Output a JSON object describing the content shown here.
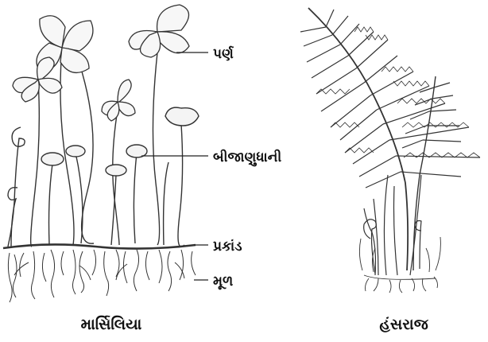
{
  "marsilea": {
    "caption": "માર્સિલિયા",
    "labels": {
      "leaf": "પર્ણ",
      "sporocarp": "બીજાણુધાની",
      "rhizome": "પ્રકાંડ",
      "root": "મૂળ"
    }
  },
  "fern": {
    "caption": "હંસરાજ"
  },
  "colors": {
    "ink": "#111111",
    "line": "#333333",
    "background": "#ffffff"
  }
}
